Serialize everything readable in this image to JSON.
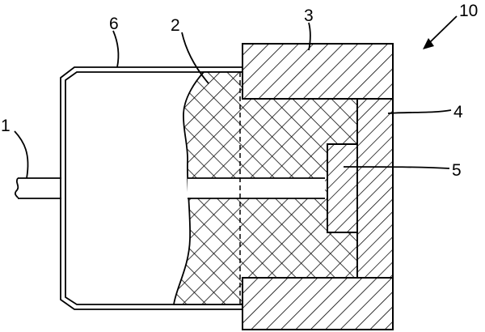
{
  "figure": {
    "labels": {
      "wire": "1",
      "core_body": "2",
      "upper_lower_block": "3",
      "end_block": "4",
      "inner_plug": "5",
      "outer_shell": "6",
      "assembly": "10"
    }
  }
}
